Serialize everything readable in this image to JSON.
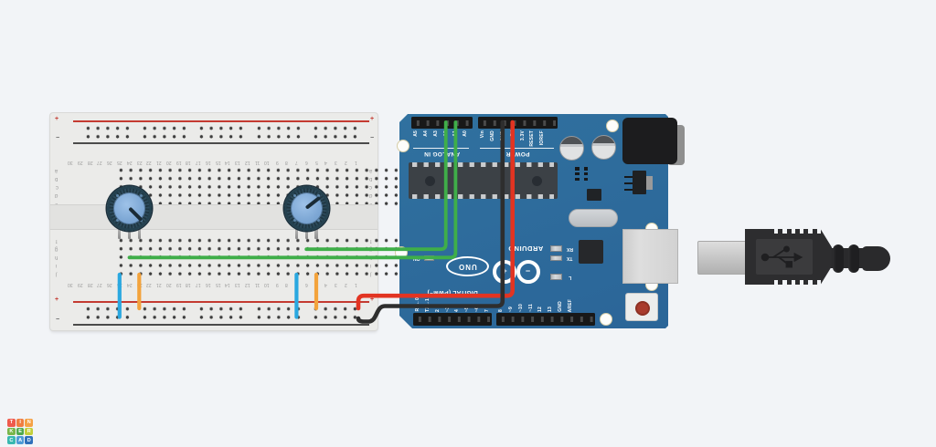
{
  "app": {
    "background": "#f2f4f7"
  },
  "breadboard": {
    "column_numbers": [
      "30",
      "29",
      "28",
      "27",
      "26",
      "25",
      "24",
      "23",
      "22",
      "21",
      "20",
      "19",
      "18",
      "17",
      "16",
      "15",
      "14",
      "13",
      "12",
      "11",
      "10",
      "9",
      "8",
      "7",
      "6",
      "5",
      "4",
      "3",
      "2",
      "1"
    ],
    "row_letters_top": [
      "a",
      "b",
      "c",
      "d",
      "e"
    ],
    "row_letters_bottom": [
      "f",
      "g",
      "h",
      "i",
      "j"
    ],
    "plus_label": "+",
    "minus_label": "−"
  },
  "arduino": {
    "board_color": "#2e6da4",
    "analog_section_label": "ANALOG IN",
    "power_section_label": "POWER",
    "digital_section_label": "DIGITAL (PWM~)",
    "brand_label": "ARDUINO",
    "model_label": "UNO",
    "on_led_label": "ON",
    "rx_led_label": "RX",
    "tx_led_label": "TX",
    "l_led_label": "L",
    "logo_plus": "+",
    "logo_minus": "−",
    "analog_pin_labels": [
      "A5",
      "A4",
      "A3",
      "A2",
      "A1",
      "A0"
    ],
    "power_pin_labels": [
      "Vin",
      "GND",
      "GND",
      "5V",
      "3.3V",
      "RESET",
      "IOREF"
    ],
    "digital_pin_labels_left": [
      "RX←0",
      "TX→1",
      "2",
      "~3",
      "4",
      "~5",
      "~6",
      "7"
    ],
    "digital_pin_labels_right": [
      "8",
      "~9",
      "~10",
      "~11",
      "12",
      "13",
      "GND",
      "AREF"
    ]
  },
  "wires": {
    "signal_green": "#3fae49",
    "power_red": "#e23422",
    "ground_black": "#2e2e2e",
    "jumper_blue": "#2aa8e0",
    "jumper_orange": "#f3a33c"
  },
  "usb_cable": {
    "icon": "usb-trident-icon"
  },
  "tinkercad_logo": {
    "tiles": [
      {
        "text": "T",
        "color": "#ef5a4c"
      },
      {
        "text": "I",
        "color": "#f07d40"
      },
      {
        "text": "N",
        "color": "#f5a145"
      },
      {
        "text": "K",
        "color": "#79b64a"
      },
      {
        "text": "E",
        "color": "#4fa94e"
      },
      {
        "text": "R",
        "color": "#c2cf3b"
      },
      {
        "text": "C",
        "color": "#39b8b0"
      },
      {
        "text": "A",
        "color": "#4d9bd6"
      },
      {
        "text": "D",
        "color": "#2f70ba"
      }
    ]
  }
}
